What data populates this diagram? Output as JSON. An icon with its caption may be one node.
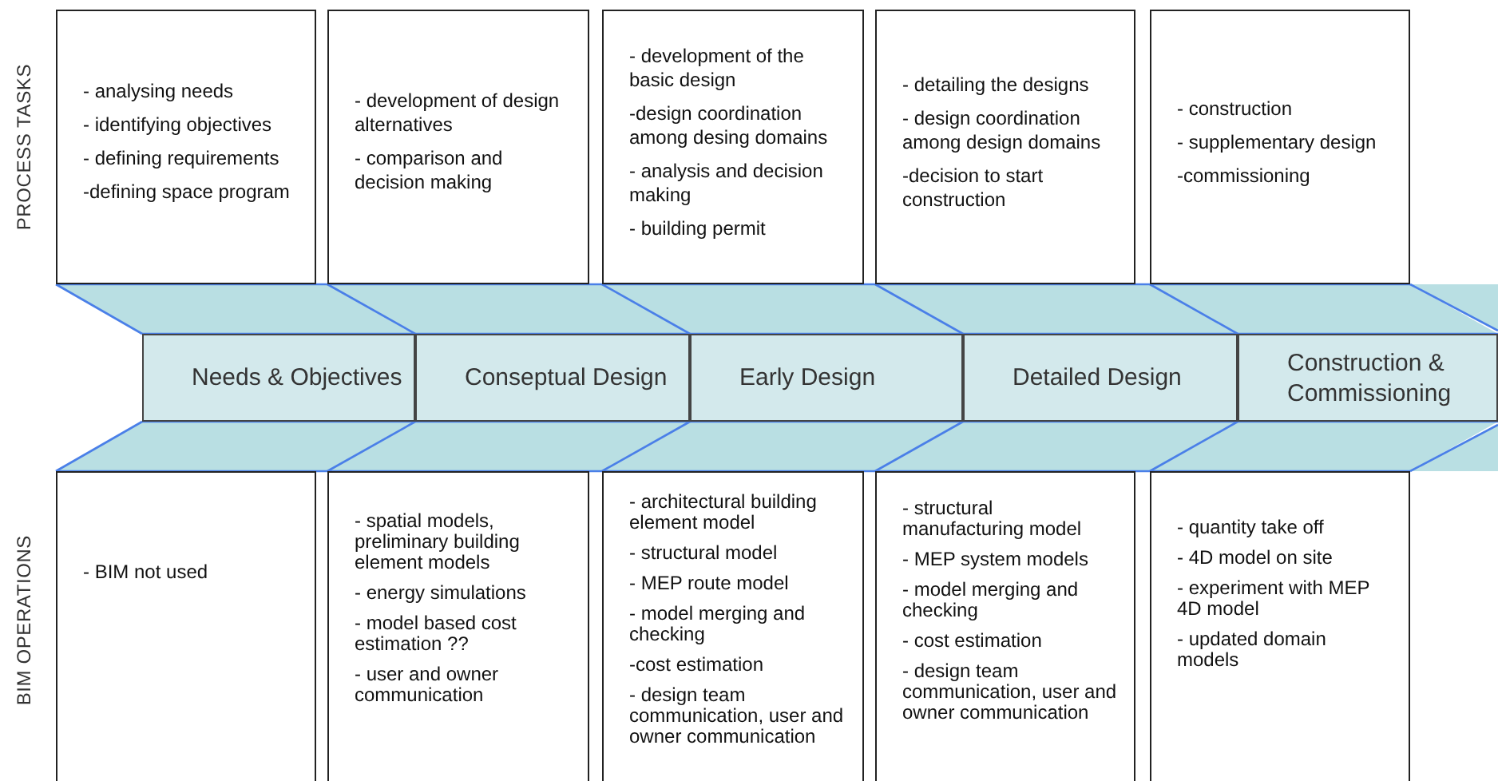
{
  "diagram": {
    "nodes": [
      {
        "text": [
          "- analysing needs",
          "- identifying objectives",
          "- defining requirements",
          "-defining space program"
        ]
      },
      {
        "text": [
          "- development of design alternatives",
          "- comparison and decision making"
        ]
      },
      {
        "text": [
          "- development of the basic design",
          "-design coordination among desing domains",
          "- analysis and decision making",
          "- building permit"
        ]
      },
      {
        "text": [
          "- detailing the designs",
          "- design coordination among design domains",
          "-decision to start construction"
        ]
      },
      {
        "text": [
          "- construction",
          "- supplementary design",
          "-commissioning"
        ]
      },
      {
        "text": [
          "Needs & Objectives"
        ]
      },
      {
        "text": [
          "Conseptual Design"
        ]
      },
      {
        "text": [
          "Early Design"
        ]
      },
      {
        "text": [
          "Detailed Design"
        ]
      },
      {
        "text": [
          "Construction & Commissioning"
        ]
      },
      {
        "text": [
          "- BIM not used"
        ]
      },
      {
        "text": [
          "- spatial models, preliminary building element models",
          "- energy simulations",
          "- model based cost estimation ??",
          "- user and owner communication"
        ]
      },
      {
        "text": [
          "- architectural building element model",
          "- structural model",
          "- MEP route model",
          "- model merging and checking",
          "-cost estimation",
          "- design team communication, user and owner communication"
        ]
      },
      {
        "text": [
          "- structural manufacturing model",
          "- MEP system models",
          "- model merging and checking",
          "- cost estimation",
          "- design team communication, user and owner communication"
        ]
      },
      {
        "text": [
          "- quantity take off",
          "- 4D model on site",
          "- experiment with MEP 4D model",
          "- updated domain models"
        ]
      }
    ],
    "labels": [
      "PROCESS TASKS",
      "BIM OPERATIONS"
    ]
  }
}
